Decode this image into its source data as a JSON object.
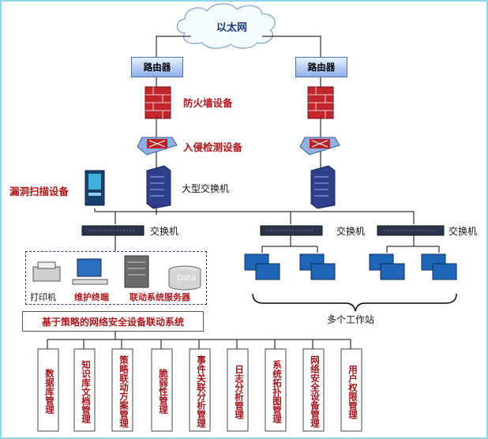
{
  "cloud": {
    "label": "以太网"
  },
  "routers": [
    {
      "label": "路由器"
    },
    {
      "label": "路由器"
    }
  ],
  "devices": {
    "firewall": "防火墙设备",
    "ids": "入侵检测设备",
    "core_switch": "大型交换机",
    "scanner": "漏洞扫描设备",
    "switch_labels": [
      "交换机",
      "交换机",
      "交换机"
    ]
  },
  "linkage_group": {
    "printer": "打印机",
    "maintenance": "维护终端",
    "server": "联动系统服务器",
    "data": "Data"
  },
  "workstations": {
    "label": "多个工作站"
  },
  "system_title": "基于策略的网络安全设备联动系统",
  "modules": [
    "数据库管理",
    "知识库文档管理",
    "策略联动方案管理",
    "脆弱性管理",
    "事件关联分析管理",
    "日志分析管理",
    "系统拓扑图管理",
    "网络安全设备管理",
    "用户权限管理"
  ],
  "colors": {
    "accent_red": "#b0141a",
    "frame": "#8fd6e8",
    "router_blue": "#8eb0e8"
  }
}
